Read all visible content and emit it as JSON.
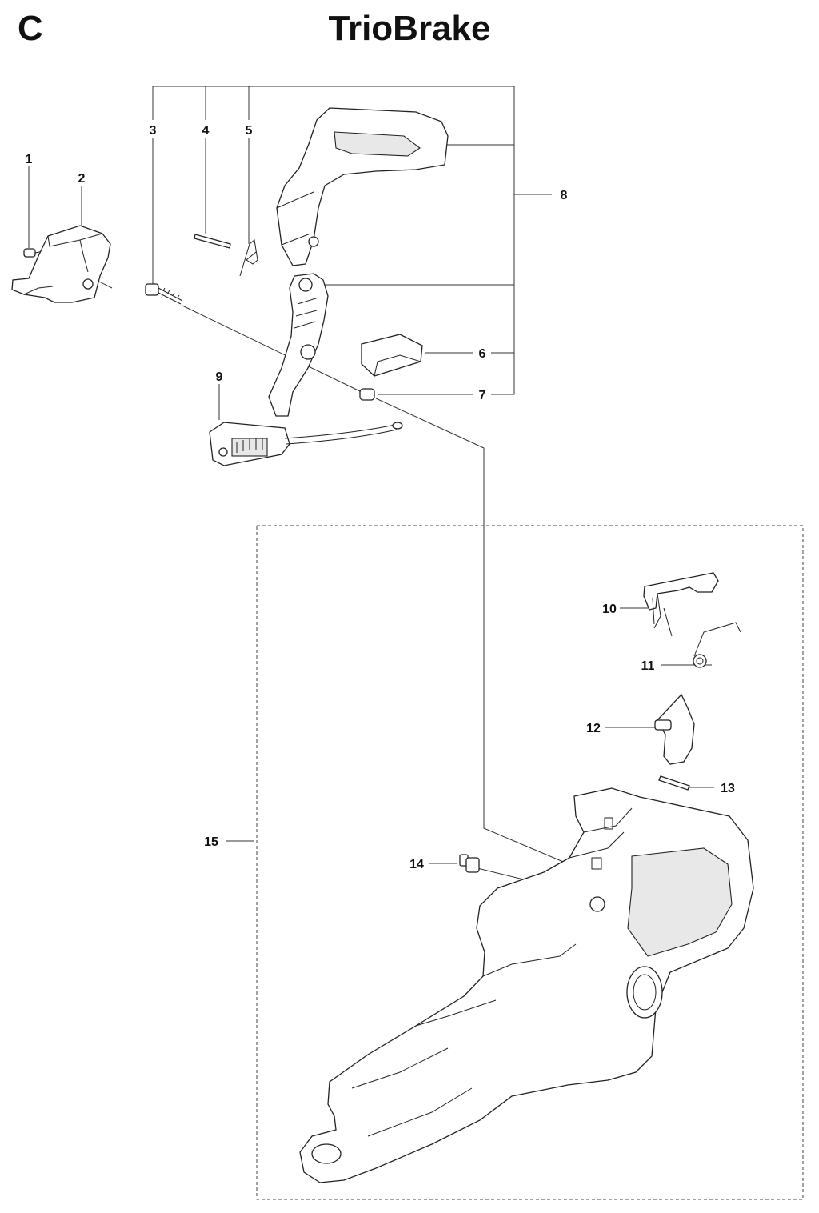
{
  "header": {
    "section_letter": "C",
    "title": "TrioBrake"
  },
  "callouts": {
    "c1": "1",
    "c2": "2",
    "c3": "3",
    "c4": "4",
    "c5": "5",
    "c6": "6",
    "c7": "7",
    "c8": "8",
    "c9": "9",
    "c10": "10",
    "c11": "11",
    "c12": "12",
    "c13": "13",
    "c14": "14",
    "c15": "15"
  }
}
